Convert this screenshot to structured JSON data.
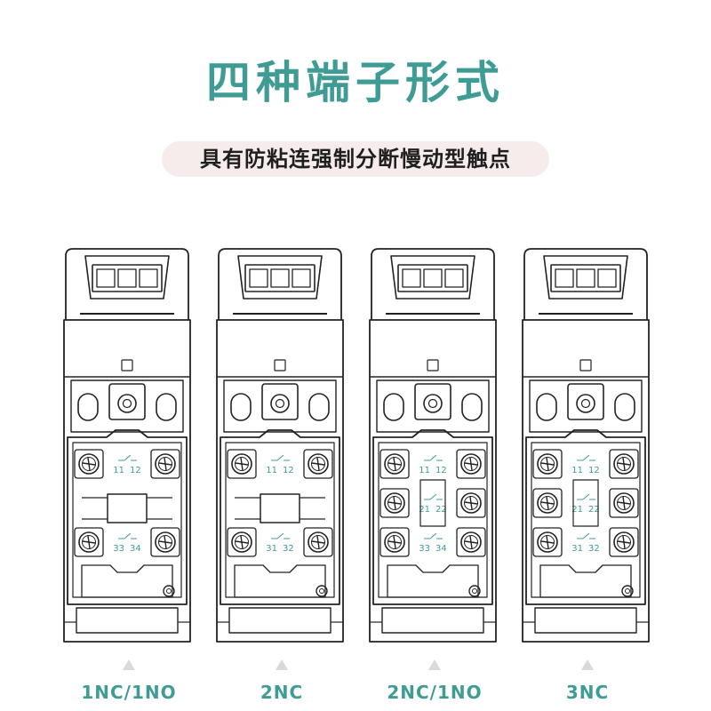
{
  "header": {
    "title": "四种端子形式",
    "subtitle": "具有防粘连强制分断慢动型触点"
  },
  "colors": {
    "accent": "#3f9c95",
    "pill_bg": "#f6ecec",
    "line": "#222222",
    "pointer": "#d9d9d9"
  },
  "variants": [
    {
      "label": "1NC/1NO",
      "pairs": [
        {
          "left": "11",
          "right": "12"
        },
        {
          "left": "33",
          "right": "34"
        }
      ]
    },
    {
      "label": "2NC",
      "pairs": [
        {
          "left": "11",
          "right": "12"
        },
        {
          "left": "31",
          "right": "32"
        }
      ]
    },
    {
      "label": "2NC/1NO",
      "pairs": [
        {
          "left": "11",
          "right": "12"
        },
        {
          "left": "21",
          "right": "22"
        },
        {
          "left": "33",
          "right": "34"
        }
      ]
    },
    {
      "label": "3NC",
      "pairs": [
        {
          "left": "11",
          "right": "12"
        },
        {
          "left": "21",
          "right": "22"
        },
        {
          "left": "31",
          "right": "32"
        }
      ]
    }
  ]
}
